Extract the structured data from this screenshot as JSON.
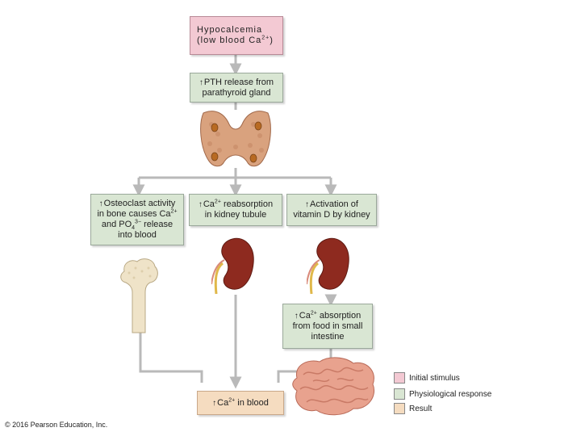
{
  "stimulus": {
    "line1": "Hypocalcemia",
    "line2_pre": "(low blood Ca",
    "line2_sup": "2+",
    "line2_post": ")"
  },
  "pth": {
    "line1": "PTH release from",
    "line2": "parathyroid gland"
  },
  "osteoclast": {
    "line1": "Osteoclast activity",
    "line2_pre": "in bone causes Ca",
    "line2_sup": "2+",
    "line3_pre": "and PO",
    "line3_sub": "4",
    "line3_sup": "3−",
    "line3_post": " release",
    "line4": "into blood"
  },
  "reabsorption": {
    "line1_pre": "Ca",
    "line1_sup": "2+",
    "line1_post": " reabsorption",
    "line2": "in kidney tubule"
  },
  "vitamin_d": {
    "line1": "Activation of",
    "line2": "vitamin D by kidney"
  },
  "absorption": {
    "line1_pre": "Ca",
    "line1_sup": "2+",
    "line1_post": " absorption",
    "line2": "from food in small",
    "line3": "intestine"
  },
  "result": {
    "pre": "Ca",
    "sup": "2+",
    "post": " in blood"
  },
  "legend": [
    {
      "label": "Initial stimulus",
      "color": "#f3c9d3"
    },
    {
      "label": "Physiological response",
      "color": "#d9e6d3"
    },
    {
      "label": "Result",
      "color": "#f5dcc0"
    }
  ],
  "copyright": "© 2016 Pearson Education, Inc.",
  "colors": {
    "connector": "#b9b9b9",
    "kidney": "#8e2a1f",
    "bone": "#efe3c8",
    "gland": "#d9a27e",
    "intestine": "#e8a28e"
  },
  "arrow_glyph": "up-arrow-icon"
}
